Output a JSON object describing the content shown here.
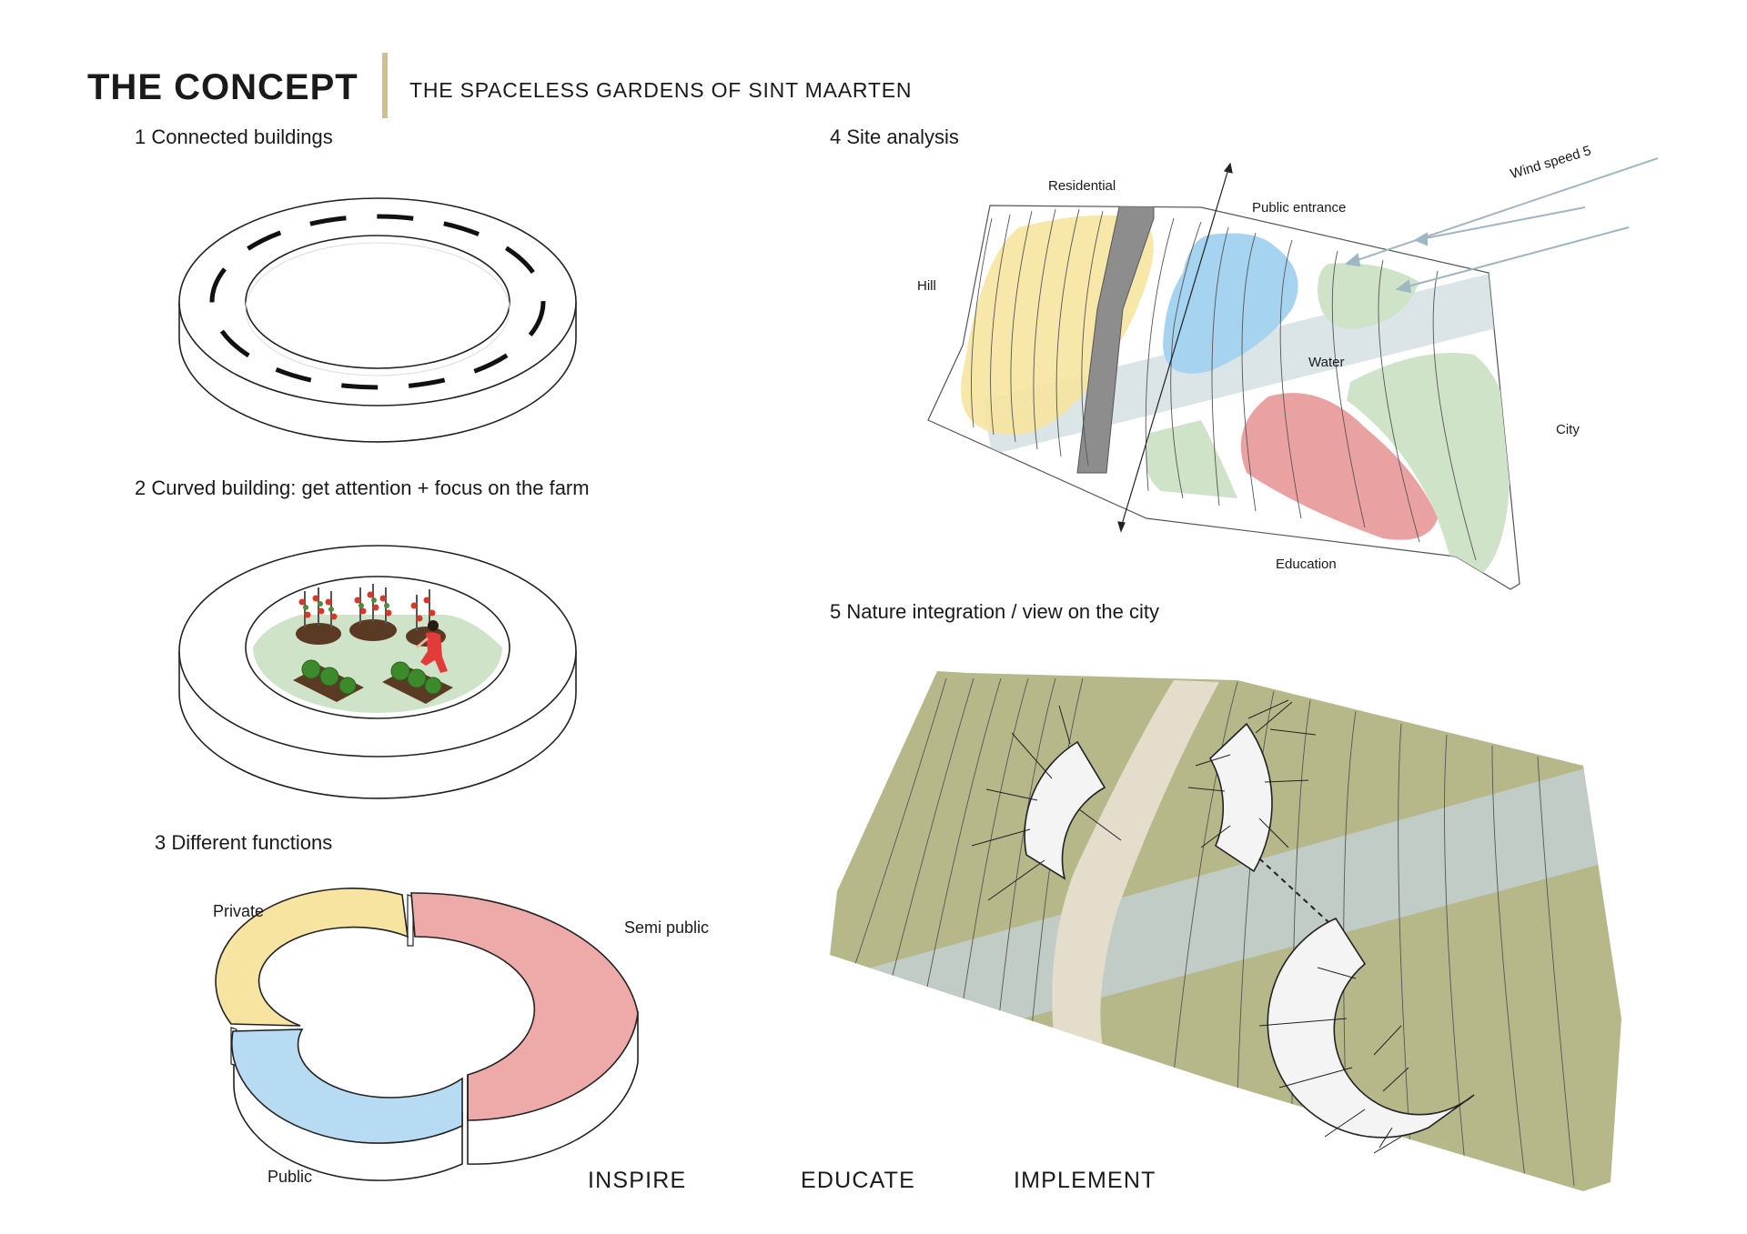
{
  "header": {
    "title": "THE CONCEPT",
    "subtitle": "THE SPACELESS GARDENS OF SINT MAARTEN"
  },
  "sections": {
    "s1": "1 Connected buildings",
    "s2": "2 Curved building: get attention + focus on the farm",
    "s3": "3 Different functions",
    "s4": "4 Site analysis",
    "s5": "5 Nature integration / view on the city"
  },
  "functions": {
    "private": "Private",
    "semi_public": "Semi public",
    "public": "Public"
  },
  "site": {
    "residential": "Residential",
    "public_entrance": "Public entrance",
    "hill": "Hill",
    "water": "Water",
    "city": "City",
    "education": "Education",
    "wind": "Wind speed 5"
  },
  "motto": {
    "inspire": "INSPIRE",
    "educate": "EDUCATE",
    "implement": "IMPLEMENT"
  },
  "colors": {
    "accent_bar": "#cdbf95",
    "private_yellow": "#f6e4a0",
    "semi_public_red": "#eeaaa8",
    "public_blue": "#b7dbf2",
    "garden_green": "#cfe3c8",
    "terrain_olive": "#b7b88a",
    "water_band": "#c3d3d8"
  }
}
